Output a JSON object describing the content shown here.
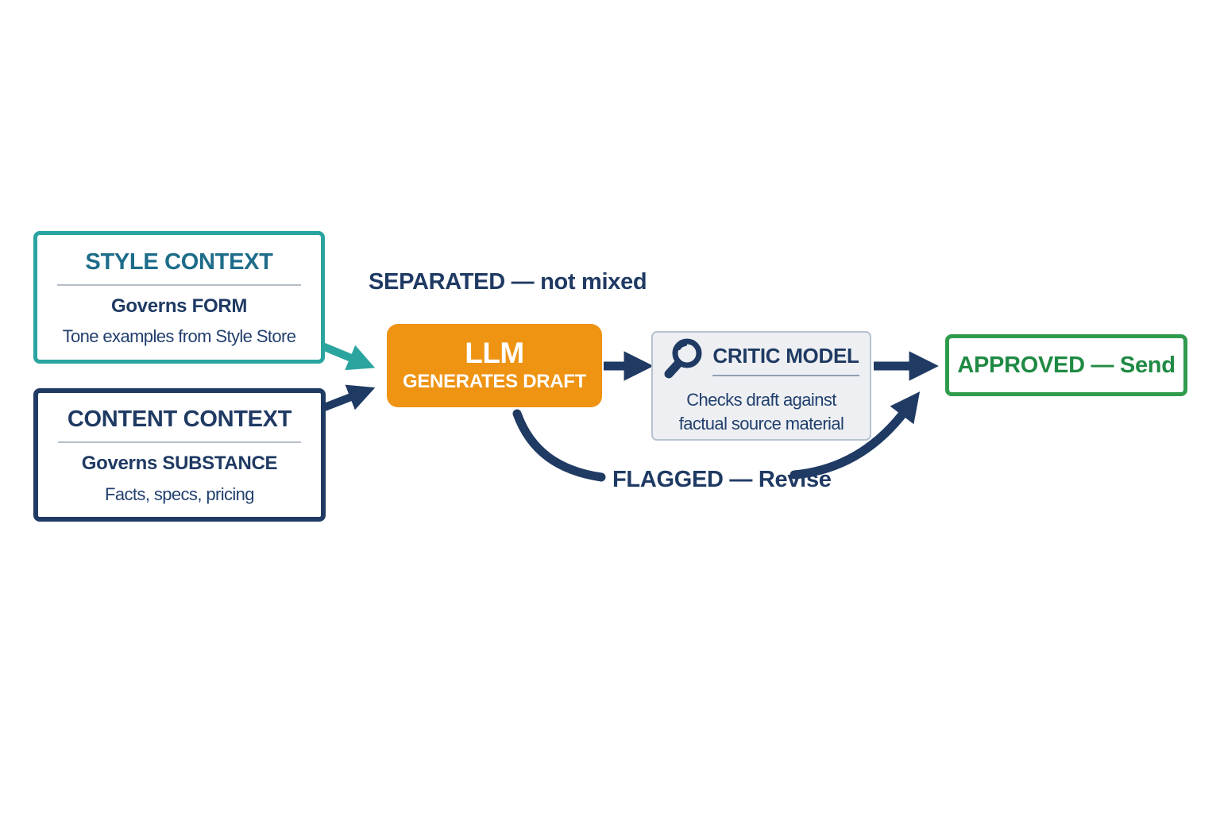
{
  "diagram": {
    "separated_label": "SEPARATED — not mixed",
    "flagged_label": "FLAGGED — Revise",
    "style_box": {
      "title": "STYLE CONTEXT",
      "subtitle": "Governs FORM",
      "detail": "Tone examples from Style Store"
    },
    "content_box": {
      "title": "CONTENT CONTEXT",
      "subtitle": "Governs SUBSTANCE",
      "detail": "Facts, specs, pricing"
    },
    "llm_box": {
      "title": "LLM",
      "subtitle": "GENERATES DRAFT"
    },
    "critic_box": {
      "title": "CRITIC MODEL",
      "line1": "Checks draft against",
      "line2": "factual source material",
      "icon": "magnifier-icon"
    },
    "approved_box": {
      "label": "APPROVED — Send"
    },
    "colors": {
      "teal": "#2aa49f",
      "navy": "#1f3a63",
      "style_heading_teal": "#1d6c89",
      "orange": "#ee9312",
      "green_border": "#2f9b4d",
      "green_text": "#1f8a43",
      "critic_bg": "#edeff2",
      "critic_border": "#b7c3cf",
      "divider_gray": "#b6bec8"
    }
  }
}
